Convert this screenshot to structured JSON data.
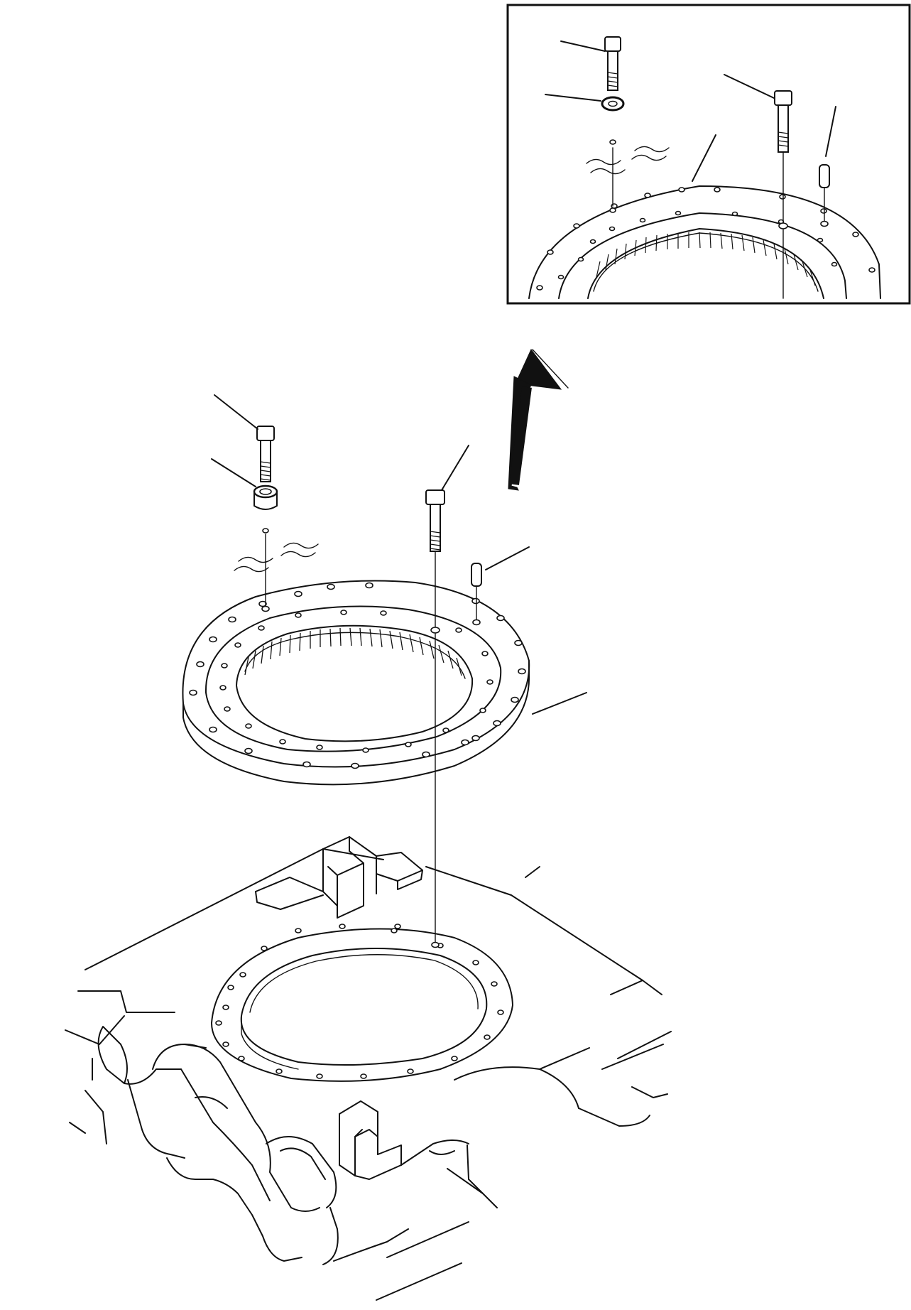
{
  "figure": {
    "description_free": true,
    "inset": {
      "parts": [
        "bolt",
        "washer",
        "bolt",
        "dowel-pin",
        "swing-circle"
      ]
    },
    "main": {
      "parts": [
        "bolt",
        "spacer",
        "bolt",
        "dowel-pin",
        "swing-circle",
        "track-frame"
      ]
    },
    "colors": {
      "line": "#111111",
      "background": "#ffffff"
    }
  }
}
